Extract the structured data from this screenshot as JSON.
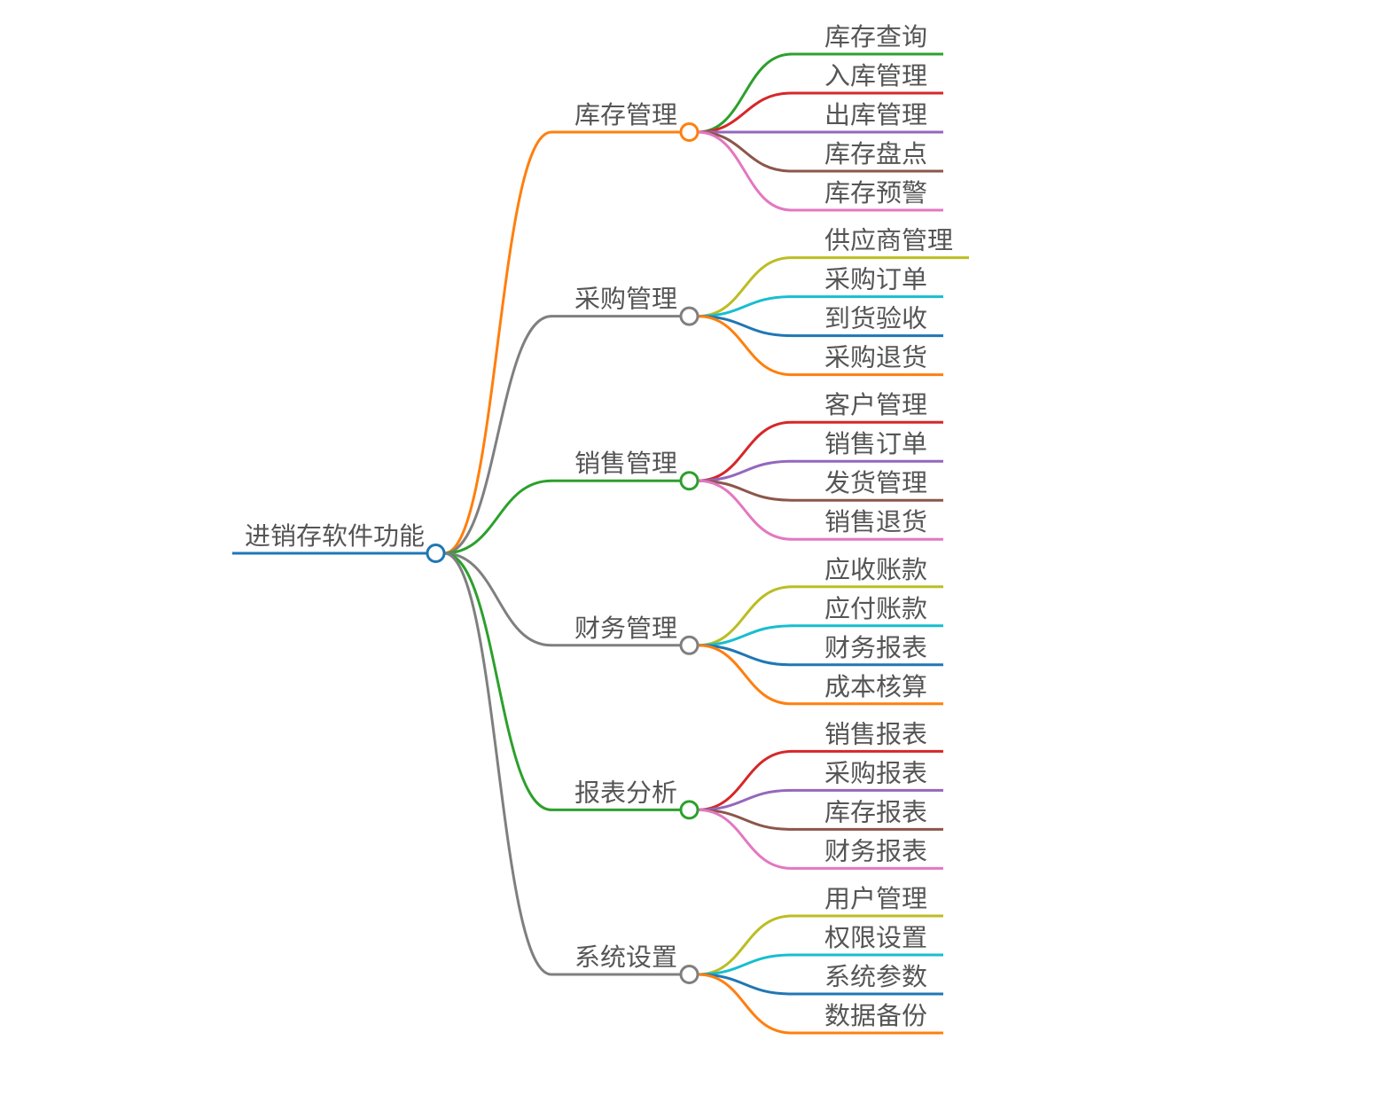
{
  "page": {
    "background": "#ffffff",
    "text_color": "#555555"
  },
  "mindmap": {
    "root": {
      "label": "进销存软件功能",
      "color": "#1f77b4",
      "children": [
        {
          "label": "库存管理",
          "color": "#ff7f0e",
          "children": [
            {
              "label": "库存查询",
              "color": "#2ca02c"
            },
            {
              "label": "入库管理",
              "color": "#d62728"
            },
            {
              "label": "出库管理",
              "color": "#9467bd"
            },
            {
              "label": "库存盘点",
              "color": "#8c564b"
            },
            {
              "label": "库存预警",
              "color": "#e377c2"
            }
          ]
        },
        {
          "label": "采购管理",
          "color": "#7f7f7f",
          "children": [
            {
              "label": "供应商管理",
              "color": "#bcbd22"
            },
            {
              "label": "采购订单",
              "color": "#17becf"
            },
            {
              "label": "到货验收",
              "color": "#1f77b4"
            },
            {
              "label": "采购退货",
              "color": "#ff7f0e"
            }
          ]
        },
        {
          "label": "销售管理",
          "color": "#2ca02c",
          "children": [
            {
              "label": "客户管理",
              "color": "#d62728"
            },
            {
              "label": "销售订单",
              "color": "#9467bd"
            },
            {
              "label": "发货管理",
              "color": "#8c564b"
            },
            {
              "label": "销售退货",
              "color": "#e377c2"
            }
          ]
        },
        {
          "label": "财务管理",
          "color": "#7f7f7f",
          "children": [
            {
              "label": "应收账款",
              "color": "#bcbd22"
            },
            {
              "label": "应付账款",
              "color": "#17becf"
            },
            {
              "label": "财务报表",
              "color": "#1f77b4"
            },
            {
              "label": "成本核算",
              "color": "#ff7f0e"
            }
          ]
        },
        {
          "label": "报表分析",
          "color": "#2ca02c",
          "children": [
            {
              "label": "销售报表",
              "color": "#d62728"
            },
            {
              "label": "采购报表",
              "color": "#9467bd"
            },
            {
              "label": "库存报表",
              "color": "#8c564b"
            },
            {
              "label": "财务报表",
              "color": "#e377c2"
            }
          ]
        },
        {
          "label": "系统设置",
          "color": "#7f7f7f",
          "children": [
            {
              "label": "用户管理",
              "color": "#bcbd22"
            },
            {
              "label": "权限设置",
              "color": "#17becf"
            },
            {
              "label": "系统参数",
              "color": "#1f77b4"
            },
            {
              "label": "数据备份",
              "color": "#ff7f0e"
            }
          ]
        }
      ]
    }
  }
}
